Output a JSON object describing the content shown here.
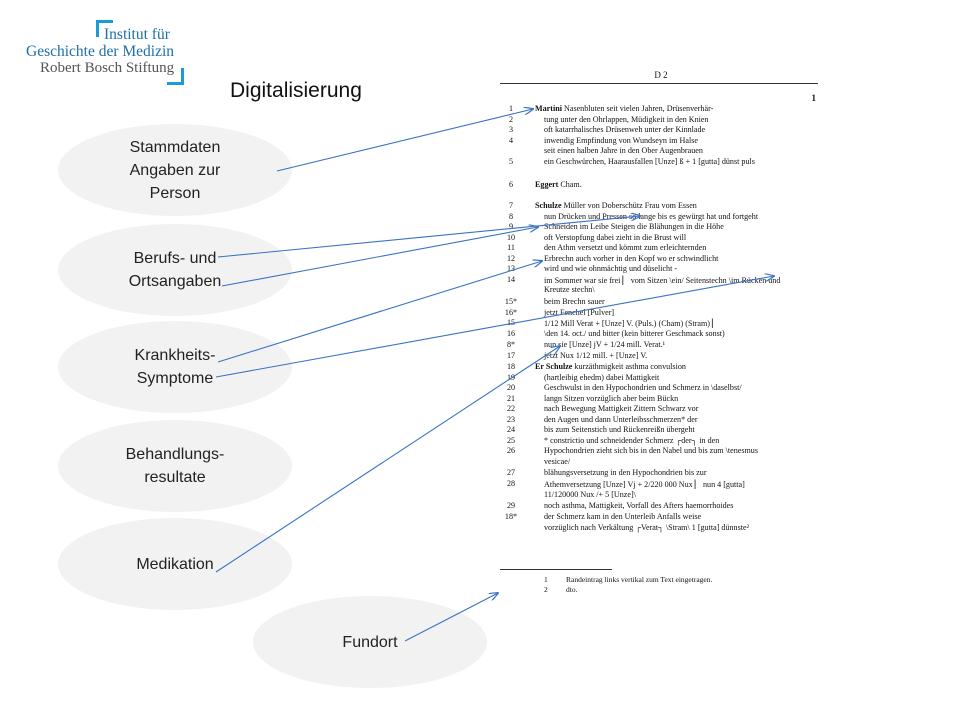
{
  "logo": {
    "line1": "Institut für",
    "line2": "Geschichte der Medizin",
    "line3": "Robert Bosch Stiftung",
    "accent_color": "#1a9ad6"
  },
  "slide_title": "Digitalisierung",
  "ellipses": [
    {
      "lines": [
        "Stammdaten",
        "Angaben zur",
        "Person"
      ]
    },
    {
      "lines": [
        "Berufs- und",
        "Ortsangaben"
      ]
    },
    {
      "lines": [
        "Krankheits-",
        "Symptome"
      ]
    },
    {
      "lines": [
        "Behandlungs-",
        "resultate"
      ]
    },
    {
      "lines": [
        "Medikation"
      ]
    },
    {
      "lines": [
        "Fundort"
      ]
    }
  ],
  "document": {
    "code": "D 2",
    "page_number": "1",
    "lines": [
      {
        "n": "1",
        "bold": "Martini",
        "text": " Nasenbluten seit vielen Jahren, Drüsenverhär-"
      },
      {
        "n": "2",
        "text": "tung unter den Ohrlappen, Müdigkeit in den Knien"
      },
      {
        "n": "3",
        "text": "oft katarrhalisches Drüsenweh unter der Kinnlade"
      },
      {
        "n": "4",
        "text": "inwendig Empfindung von Wundseyn im Halse"
      },
      {
        "n": "",
        "text": "seit einen halben Jahre in den Ober Augenbrauen"
      },
      {
        "n": "5",
        "text": "ein Geschwürchen, Haarausfallen [Unze] ß + 1 [gutta] dünst puls"
      },
      {
        "n": "6",
        "bold": "Eggert",
        "text": " Cham."
      },
      {
        "n": "7",
        "bold": "Schulze",
        "text": " Müller von Doberschütz Frau  vom Essen"
      },
      {
        "n": "8",
        "text": "nun Drücken und Pressen so lange bis es gewürgt hat und fortgeht"
      },
      {
        "n": "9",
        "text": "Schneiden im Leibe Steigen die Blähungen in die Höhe"
      },
      {
        "n": "10",
        "text": "oft Verstopfung dabei zieht in die Brust will"
      },
      {
        "n": "11",
        "text": "den Athm versetzt und kömmt zum erleichternden"
      },
      {
        "n": "12",
        "text": "Erbrechn auch vorher in den Kopf wo er schwindlicht"
      },
      {
        "n": "13",
        "text": "wird und wie ohnmächtig und düselicht -"
      },
      {
        "n": "14",
        "text": "im Sommer war sie frei ▏ vom Sitzen \\ein/ Seitenstechn \\im Rücken und"
      },
      {
        "n": "",
        "text": "Kreutze stechn\\"
      },
      {
        "n": "15*",
        "text": "beim Brechn sauer"
      },
      {
        "n": "16*",
        "text": "jetzt Fenchel [Pulver]"
      },
      {
        "n": "15",
        "text": "1/12 Mill Verat + [Unze] V. (Puls.) (Cham) (Stram) ▏"
      },
      {
        "n": "16",
        "text": "\\den 14. oct./ und bitter (kein bitterer Geschmack sonst)"
      },
      {
        "n": "8*",
        "text": "nun sie [Unze] jV + 1/24 mill. Verat.¹"
      },
      {
        "n": "17",
        "text": "jetzt Nux 1/12 mill. + [Unze] V."
      },
      {
        "n": "18",
        "bold": "Er Schulze",
        "text": " kurzäthmigkeit asthma convulsion"
      },
      {
        "n": "19",
        "text": "(hartleibig ehedm) dabei Mattigkeit"
      },
      {
        "n": "20",
        "text": "Geschwulst in den Hypochondrien und Schmerz in \\daselbst/"
      },
      {
        "n": "21",
        "text": "langn Sitzen vorzüglich aber beim Bückn"
      },
      {
        "n": "22",
        "text": "nach Bewegung Mattigkeit Zittern Schwarz vor"
      },
      {
        "n": "23",
        "text": "den Augen und dann Unterleibsschmerzen* der"
      },
      {
        "n": "24",
        "text": "bis zum Seitenstich und Rückenreißn übergeht"
      },
      {
        "n": "25",
        "text": "* constrictio und schneidender Schmerz ┌der┐ in den"
      },
      {
        "n": "26",
        "text": "Hypochondrien zieht sich bis in den Nabel und bis zum \\tenesmus"
      },
      {
        "n": "",
        "text": "vesicae/"
      },
      {
        "n": "27",
        "text": "blähungsversetzung in den Hypochondrien bis zur"
      },
      {
        "n": "28",
        "text": "Athemversetzung [Unze] Vj + 2/220 000 Nux ▏ nun 4 [gutta]"
      },
      {
        "n": "",
        "text": "11/120000 Nux /+ 5 [Unze]\\"
      },
      {
        "n": "29",
        "text": "noch asthma, Mattigkeit, Vorfall des Afters haemorrhoides"
      },
      {
        "n": "18*",
        "text": "der Schmerz kam in den Unterleib Anfalls weise"
      },
      {
        "n": "",
        "text": "vorzüglich nach Verkältung ┌Verat┐ \\Stram\\ 1 [gutta] dünnste²"
      }
    ],
    "footnotes": [
      {
        "n": "1",
        "text": "Randeintrag links vertikal zum Text eingetragen."
      },
      {
        "n": "2",
        "text": "dto."
      }
    ]
  },
  "colors": {
    "arrow": "#3a73c4",
    "ellipse_fill": "#f2f2f2"
  }
}
